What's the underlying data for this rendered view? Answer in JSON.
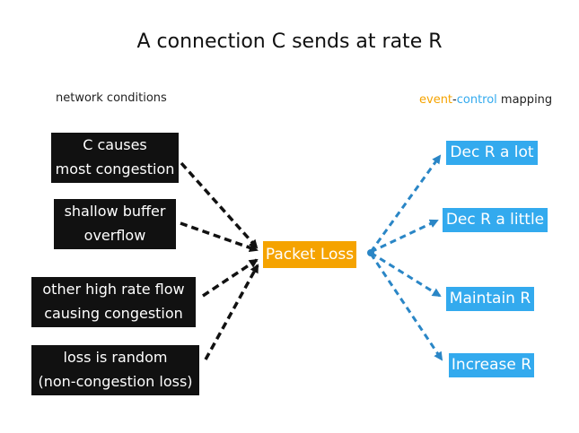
{
  "title": "A connection C sends at rate R",
  "network_conditions_label": "network conditions",
  "mapping_label": {
    "event": "event",
    "dash": "-",
    "control": "control",
    "rest": " mapping"
  },
  "conditions": [
    {
      "line1": "C causes",
      "line2": "most congestion"
    },
    {
      "line1": "shallow buffer",
      "line2": "overflow"
    },
    {
      "line1": "other high rate flow",
      "line2": "causing congestion"
    },
    {
      "line1": "loss is random",
      "line2": "(non-congestion loss)"
    }
  ],
  "event": "Packet Loss",
  "controls": [
    "Dec R a lot",
    "Dec R a little",
    "Maintain R",
    "Increase R"
  ],
  "colors": {
    "condition_box": "#111111",
    "event_box": "#f5a300",
    "control_box": "#33aaee",
    "mapping_event_text": "#f5a300",
    "mapping_control_text": "#33aaee"
  }
}
